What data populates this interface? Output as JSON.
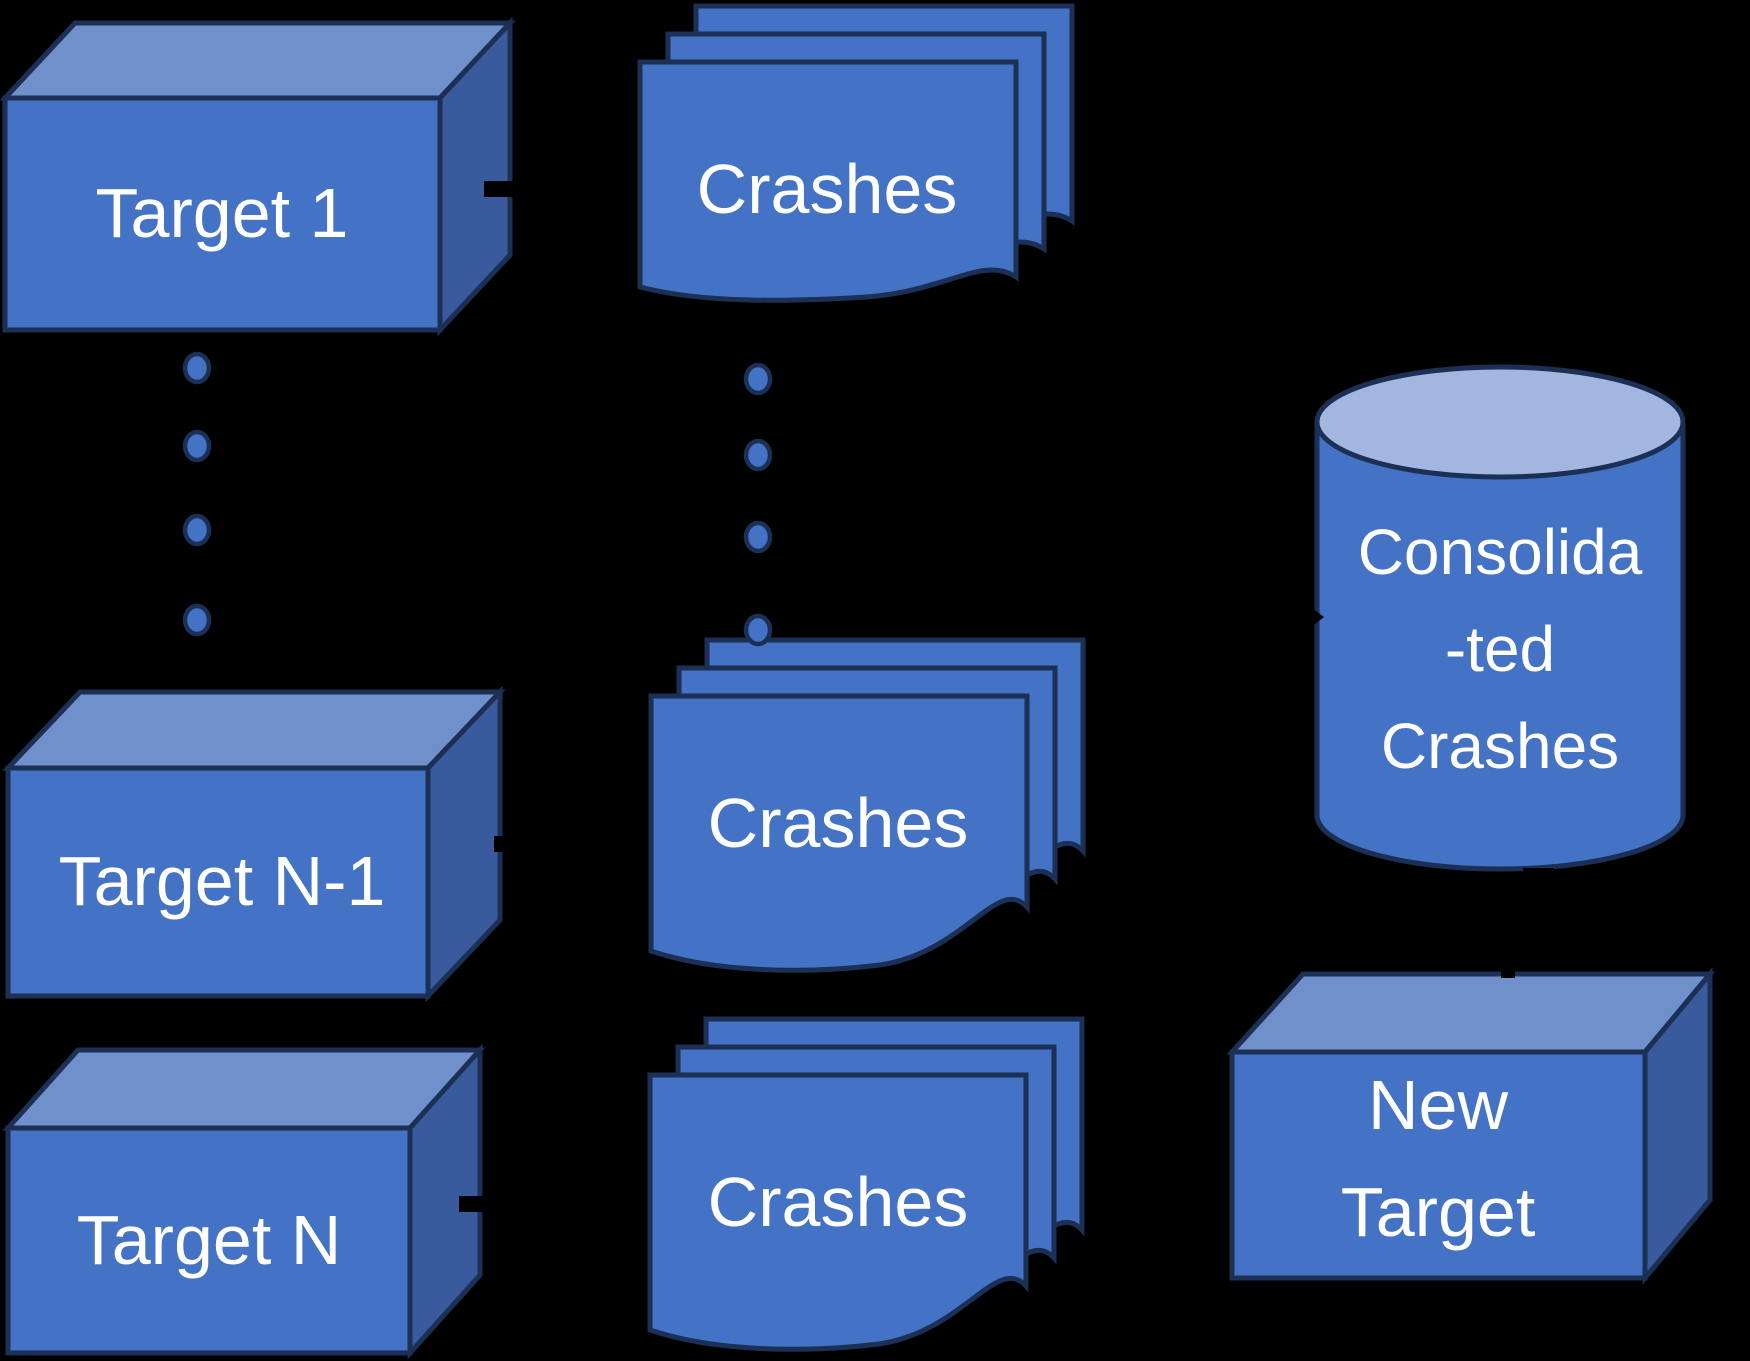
{
  "palette": {
    "background": "#000000",
    "front": "#4472C4",
    "top": "#7090CC",
    "side": "#3A5A9E",
    "outline": "#1C2F54",
    "cyl_top": "#A3B6E0",
    "text": "#FFFFFF"
  },
  "diagram": {
    "targets": {
      "target1": {
        "label": "Target 1"
      },
      "target_n_minus_1": {
        "label": "Target N-1"
      },
      "target_n": {
        "label": "Target N"
      }
    },
    "crash_stacks": {
      "top": {
        "label": "Crashes"
      },
      "middle": {
        "label": "Crashes"
      },
      "bottom": {
        "label": "Crashes"
      }
    },
    "consolidated_db": {
      "lines": [
        "Consolida",
        "-ted",
        "Crashes"
      ]
    },
    "new_target": {
      "lines": [
        "New",
        "Target"
      ]
    }
  }
}
